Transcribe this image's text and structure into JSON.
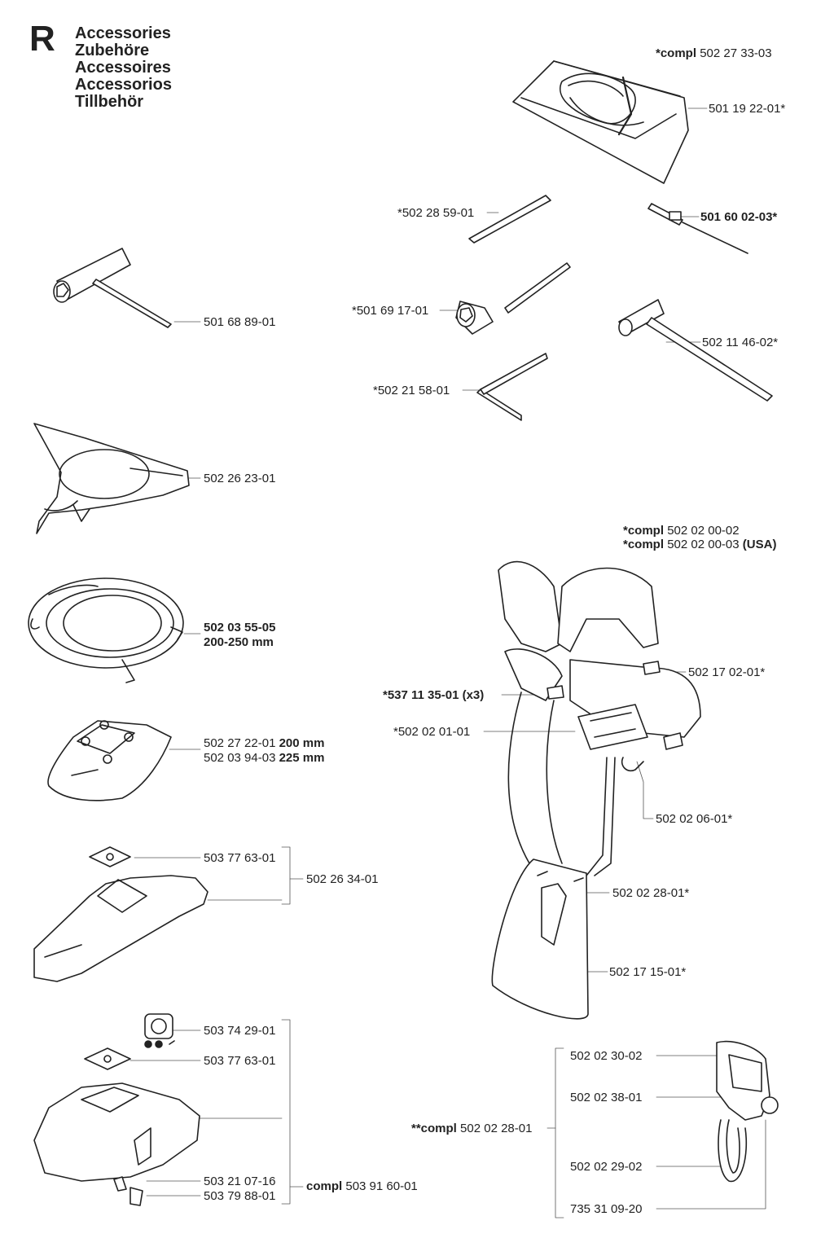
{
  "section": {
    "letter": "R",
    "titles": [
      "Accessories",
      "Zubehöre",
      "Accessoires",
      "Accessorios",
      "Tillbehör"
    ]
  },
  "labels": {
    "bag_kit_prefix": "*compl",
    "bag_kit": "502 27 33-03",
    "bag": "501 19 22-01*",
    "rod": "*502 28 59-01",
    "screwdriver": "501 60 02-03*",
    "tool_wrench_left": "501 68 89-01",
    "tool_wrench_mid": "*501 69 17-01",
    "tool_wrench_right": "502 11 46-02*",
    "hex_key": "*502 21 58-01",
    "support_plate": "502 26 23-01",
    "trimmer_guard_ring": "502 03 55-05",
    "trimmer_guard_ring_size": "200-250 mm",
    "blade_guard_a": "502 27 22-01",
    "blade_guard_a_size": "200 mm",
    "blade_guard_b": "502 03 94-03",
    "blade_guard_b_size": "225 mm",
    "guard_plate_1": "503 77 63-01",
    "guard_assembly_1": "502 26 34-01",
    "trimmer_head": "503 74 29-01",
    "guard_plate_2": "503 77 63-01",
    "screw": "503 21 07-16",
    "nut": "503 79 88-01",
    "guard_kit_prefix": "compl",
    "guard_kit": "503 91 60-01",
    "harness_kit_prefix_1": "*compl",
    "harness_kit_1": "502 02 00-02",
    "harness_kit_prefix_2": "*compl",
    "harness_kit_2": "502 02 00-03",
    "harness_kit_2_suffix": "(USA)",
    "harness_buckle": "*537 11 35-01 (x3)",
    "harness_plate": "*502 02 01-01",
    "hip_belt": "502 17 02-01*",
    "hook": "502 02 06-01*",
    "hip_pad_hook": "502 02 28-01*",
    "hip_pad": "502 17 15-01*",
    "hook_kit_prefix": "**compl",
    "hook_kit": "502 02 28-01",
    "hook_part_1": "502 02 30-02",
    "hook_part_2": "502 02 38-01",
    "hook_part_3": "502 02 29-02",
    "hook_part_4": "735 31 09-20"
  }
}
